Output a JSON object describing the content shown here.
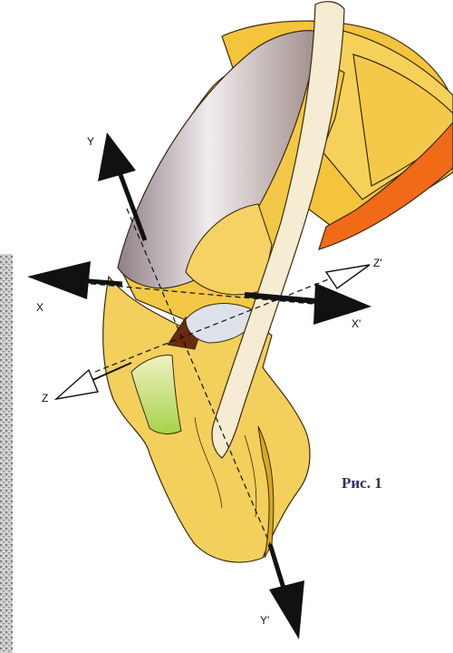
{
  "axes": {
    "x": "X",
    "x_prime": "X'",
    "y": "Y",
    "y_prime": "Y'",
    "z": "Z",
    "z_prime": "Z'"
  },
  "caption": "Рис. 1",
  "colors": {
    "bone_yellow": "#f3cf57",
    "bone_light": "#f7dc7a",
    "outline": "#3b2a10",
    "femur_shaft": "#b7a7a8",
    "ligament_cream": "#f5ecd3",
    "muscle_orange": "#f06a18",
    "cartilage_green": "#b9d86a",
    "arrow_black": "#111111",
    "caption_purple": "#3a2a5a",
    "speckle_gray": "#9a9a9a"
  }
}
